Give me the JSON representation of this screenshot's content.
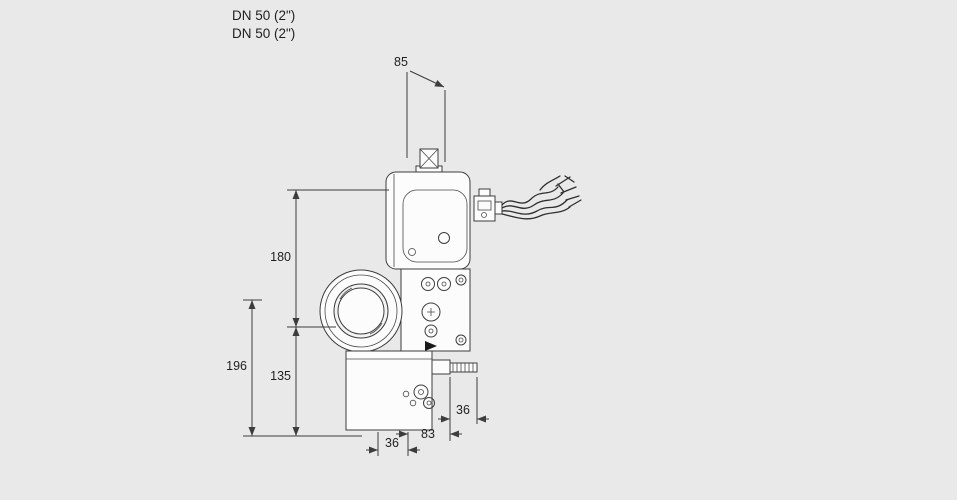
{
  "header": {
    "line1": "DN 50 (2\")",
    "line2": "DN 50 (2\")"
  },
  "dimensions": {
    "top_width": "85",
    "upper_height": "180",
    "overall_height": "196",
    "lower_height": "135",
    "bottom_left_width": "36",
    "bottom_center_width": "83",
    "bottom_right_width": "36"
  },
  "colors": {
    "background": "#e9e9e9",
    "line": "#3d3d3d",
    "part_fill": "#fcfcfc",
    "text": "#1f1f1f"
  }
}
